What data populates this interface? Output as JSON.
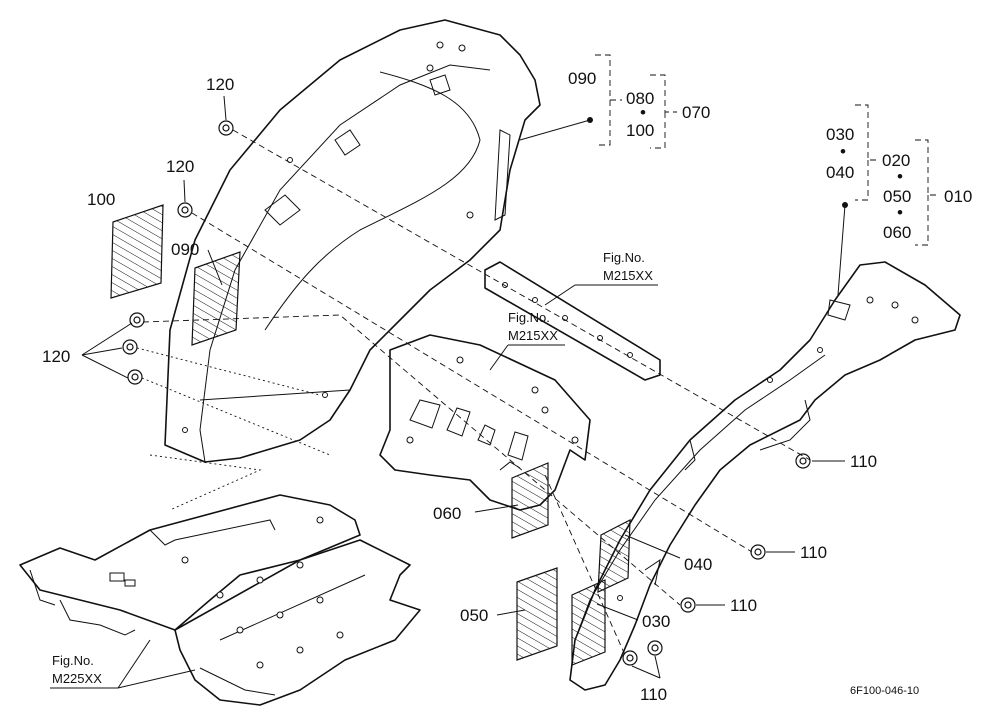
{
  "labels": {
    "p010": "010",
    "p020": "020",
    "p030_a": "030",
    "p030_b": "030",
    "p040_a": "040",
    "p040_b": "040",
    "p050_a": "050",
    "p050_b": "050",
    "p060_a": "060",
    "p060_b": "060",
    "p070": "070",
    "p080": "080",
    "p090_a": "090",
    "p090_b": "090",
    "p100_a": "100",
    "p100_b": "100",
    "p110_a": "110",
    "p110_b": "110",
    "p110_c": "110",
    "p110_d": "110",
    "p120_a": "120",
    "p120_b": "120",
    "p120_c": "120",
    "dot_sep": "•"
  },
  "figrefs": {
    "ref1_title": "Fig.No.",
    "ref1_code": "M215XX",
    "ref2_title": "Fig.No.",
    "ref2_code": "M215XX",
    "ref3_title": "Fig.No.",
    "ref3_code": "M225XX"
  },
  "drawing_code": "6F100-046-10"
}
